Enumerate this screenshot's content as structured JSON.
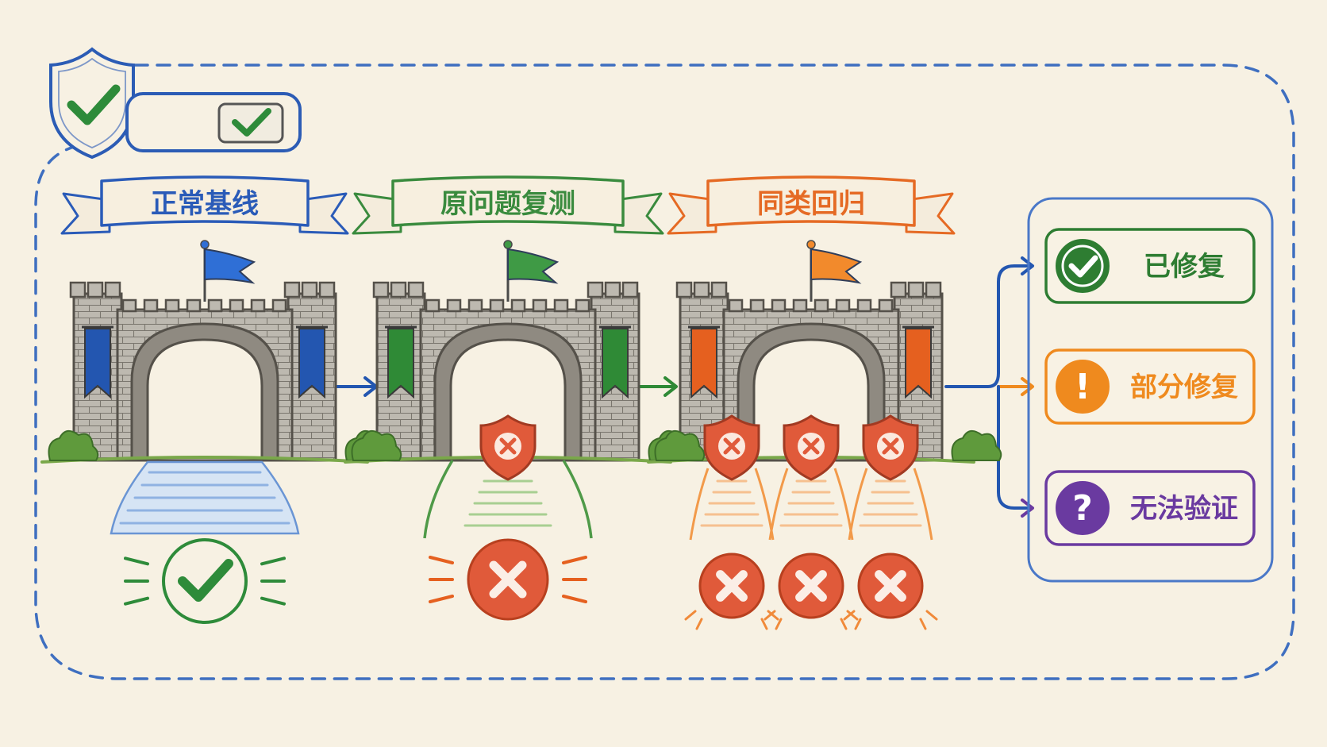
{
  "header": {
    "shield_icon": "shield-check-icon",
    "badge_icon": "check-icon"
  },
  "stages": [
    {
      "label": "正常基线",
      "color": "#2356b0",
      "flag_color": "#2f6fd6",
      "banner_stroke": "#2a5bb8",
      "result": "pass",
      "result_count": 1
    },
    {
      "label": "原问题复测",
      "color": "#2f8a36",
      "flag_color": "#3f9a45",
      "banner_stroke": "#3a8b3e",
      "result": "fail",
      "result_count": 1
    },
    {
      "label": "同类回归",
      "color": "#e5601f",
      "flag_color": "#f28a2c",
      "banner_stroke": "#e56a24",
      "result": "fail",
      "result_count": 3
    }
  ],
  "outcomes": [
    {
      "label": "已修复",
      "color": "#2e7d32",
      "icon": "check-circle-icon",
      "symbol": "✔"
    },
    {
      "label": "部分修复",
      "color": "#ef8a1e",
      "icon": "exclamation-circle-icon",
      "symbol": "!"
    },
    {
      "label": "无法验证",
      "color": "#6a3aa0",
      "icon": "question-circle-icon",
      "symbol": "?"
    }
  ],
  "colors": {
    "background": "#f7f1e3",
    "dashed_border": "#3f6fc0",
    "stone": "#b9b5ac",
    "stone_dark": "#6d6860",
    "fail_red": "#e05a3a",
    "pass_green": "#2e8b3a"
  }
}
